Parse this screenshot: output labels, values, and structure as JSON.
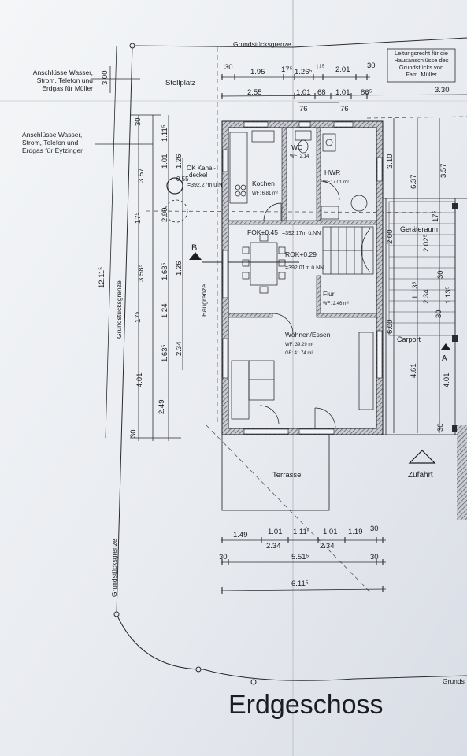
{
  "sheet_title": "Erdgeschoss",
  "notes": {
    "mueller_connections": [
      "Anschlüsse Wasser,",
      "Strom, Telefon und",
      "Erdgas für Müller"
    ],
    "eytzinger_connections": [
      "Anschlüsse Wasser,",
      "Strom, Telefon und",
      "Erdgas für Eytzinger"
    ],
    "line_right": [
      "Leitungsrecht für die",
      "Hausanschlüsse des",
      "Grundstücks von",
      "Fam. Müller"
    ]
  },
  "boundary_labels": {
    "top": "Grundstücksgrenze",
    "left_upper": "Grundstücksgrenze",
    "left_lower": "Grundstücksgrenze",
    "bottom_right": "Grunds",
    "building_line": "Baugrenze"
  },
  "areas": {
    "parking": "Stellplatz",
    "terrace": "Terrasse",
    "access": "Zufahrt",
    "carport": "Carport",
    "shed": "Geräteraum"
  },
  "rooms": {
    "kitchen": {
      "name": "Kochen",
      "area": "WF: 6.81 m²"
    },
    "wc": {
      "name": "WC",
      "area": "WF: 2.14"
    },
    "hwr": {
      "name": "HWR",
      "area": "WF: 7.01 m²"
    },
    "flur": {
      "name": "Flur",
      "area": "WF: 2.46 m²"
    },
    "living": {
      "name": "Wohnen/Essen",
      "area": "WF: 39.29 m²",
      "gf": "GF: 41.74 m²"
    }
  },
  "levels": {
    "fok": "FOK+0.45",
    "fok_val": "=392.17m ü.NN",
    "rok": "ROK+0.29",
    "rok_val": "=392.01m ü.NN",
    "manhole": [
      "OK Kanal-",
      "deckel"
    ],
    "manhole_val": "=392.27m ü.NN",
    "manhole_dia": "0.55"
  },
  "section_markers": {
    "b": "B",
    "a": "A"
  },
  "dims": {
    "top_row1": [
      "30",
      "1.95",
      "17⁵",
      "1.26⁵",
      "1¹⁵",
      "2.01",
      "30"
    ],
    "top_row2": [
      "2.55",
      "1.01",
      "68",
      "1.01",
      "86⁵"
    ],
    "top_row3": [
      "76",
      "76"
    ],
    "top_right": "3.30",
    "left_v_3": "3.00",
    "left_total": "12.11⁵",
    "left_col2": [
      "30",
      "3.57",
      "17⁵",
      "3.58⁵",
      "17⁵",
      "4.01",
      "30"
    ],
    "left_col3": [
      "1.11⁵",
      "1.01",
      "2.99",
      "1.63⁵",
      "1.24",
      "1.63⁵",
      "2.49"
    ],
    "left_col4": [
      "1.26",
      "1.26",
      "2.34"
    ],
    "right_col1": [
      "3.10",
      "2.00",
      "6.00"
    ],
    "right_col2": [
      "6.37",
      "2.02⁵",
      "2.34",
      "4.61"
    ],
    "right_col3": [
      "3.57",
      "17⁵",
      "1.13⁵",
      "30",
      "1.13⁵",
      "30",
      "4.01",
      "30"
    ],
    "bottom_row1": [
      "1.49",
      "1.01",
      "1.11⁵",
      "1.01",
      "1.19",
      "30"
    ],
    "bottom_row1b": [
      "2.34",
      "2.34"
    ],
    "bottom_row2": [
      "30",
      "5.51⁵",
      "30"
    ],
    "bottom_row3": "6.11⁵"
  }
}
